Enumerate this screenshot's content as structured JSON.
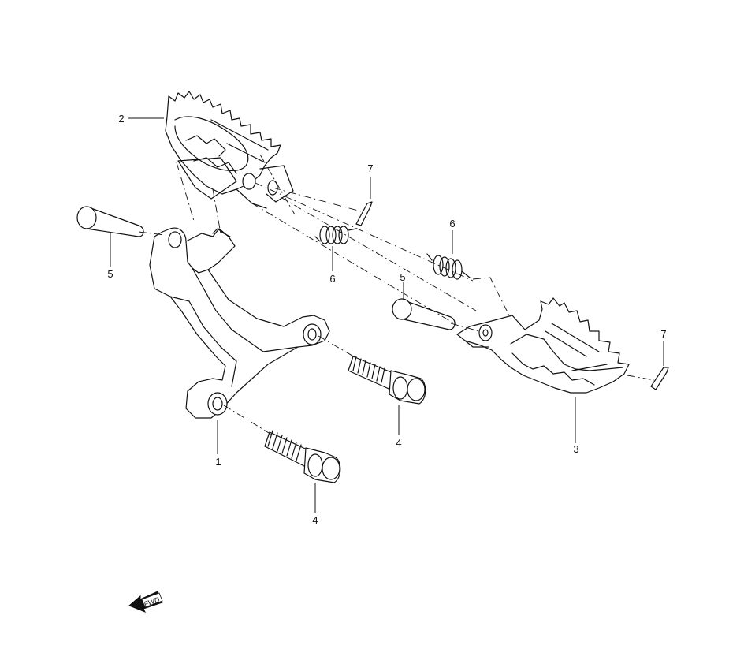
{
  "diagram": {
    "callouts": {
      "c1": "1",
      "c2": "2",
      "c3": "3",
      "c4a": "4",
      "c4b": "4",
      "c5a": "5",
      "c5b": "5",
      "c6a": "6",
      "c6b": "6",
      "c7a": "7",
      "c7b": "7"
    },
    "fwd_label": "FWD"
  }
}
